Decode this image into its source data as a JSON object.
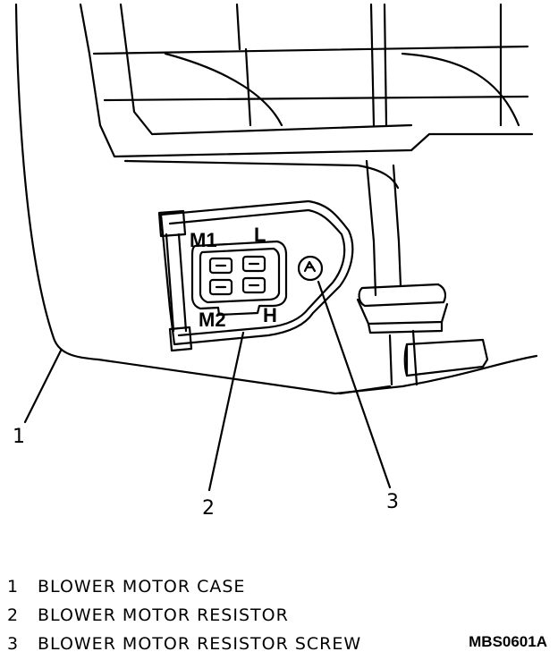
{
  "diagram": {
    "pin_labels": {
      "m1": "M1",
      "l": "L",
      "m2": "M2",
      "h": "H"
    },
    "callouts": [
      {
        "id": "1",
        "label": "1"
      },
      {
        "id": "2",
        "label": "2"
      },
      {
        "id": "3",
        "label": "3"
      }
    ]
  },
  "legend": {
    "items": [
      {
        "num": "1",
        "text": "BLOWER MOTOR CASE"
      },
      {
        "num": "2",
        "text": "BLOWER MOTOR RESISTOR"
      },
      {
        "num": "3",
        "text": "BLOWER MOTOR RESISTOR SCREW"
      }
    ]
  },
  "figure_code": "MBS0601A"
}
